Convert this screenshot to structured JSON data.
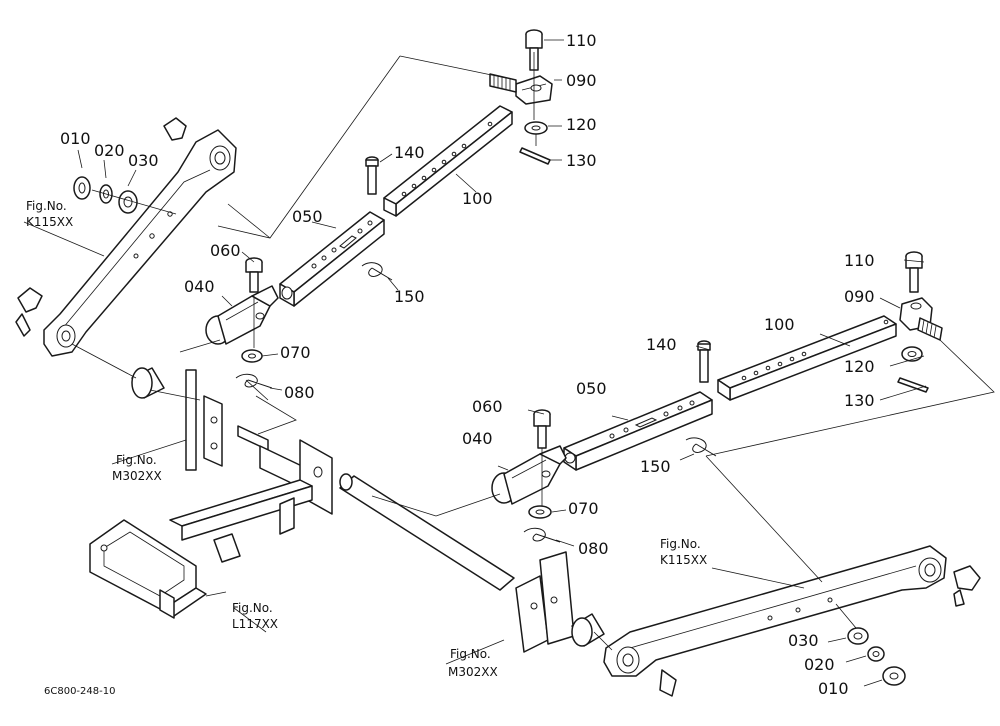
{
  "diagram": {
    "code": "6C800-248-10",
    "refs": [
      {
        "id": "l-110a",
        "text": "110"
      },
      {
        "id": "l-090a",
        "text": "090"
      },
      {
        "id": "l-120a",
        "text": "120"
      },
      {
        "id": "l-130a",
        "text": "130"
      },
      {
        "id": "l-100a",
        "text": "100"
      },
      {
        "id": "l-140a",
        "text": "140"
      },
      {
        "id": "l-050a",
        "text": "050"
      },
      {
        "id": "l-060a",
        "text": "060"
      },
      {
        "id": "l-040a",
        "text": "040"
      },
      {
        "id": "l-150a",
        "text": "150"
      },
      {
        "id": "l-070a",
        "text": "070"
      },
      {
        "id": "l-080a",
        "text": "080"
      },
      {
        "id": "l-010a",
        "text": "010"
      },
      {
        "id": "l-020a",
        "text": "020"
      },
      {
        "id": "l-030a",
        "text": "030"
      },
      {
        "id": "l-110b",
        "text": "110"
      },
      {
        "id": "l-090b",
        "text": "090"
      },
      {
        "id": "l-100b",
        "text": "100"
      },
      {
        "id": "l-120b",
        "text": "120"
      },
      {
        "id": "l-130b",
        "text": "130"
      },
      {
        "id": "l-140b",
        "text": "140"
      },
      {
        "id": "l-050b",
        "text": "050"
      },
      {
        "id": "l-060b",
        "text": "060"
      },
      {
        "id": "l-040b",
        "text": "040"
      },
      {
        "id": "l-150b",
        "text": "150"
      },
      {
        "id": "l-070b",
        "text": "070"
      },
      {
        "id": "l-080b",
        "text": "080"
      },
      {
        "id": "l-030b",
        "text": "030"
      },
      {
        "id": "l-020b",
        "text": "020"
      },
      {
        "id": "l-010b",
        "text": "010"
      }
    ],
    "figrefs": [
      {
        "id": "f-k115-a",
        "line1": "Fig.No.",
        "line2": "K115XX"
      },
      {
        "id": "f-m302-a",
        "line1": "Fig.No.",
        "line2": "M302XX"
      },
      {
        "id": "f-l117",
        "line1": "Fig.No.",
        "line2": "L117XX"
      },
      {
        "id": "f-k115-b",
        "line1": "Fig.No.",
        "line2": "K115XX"
      },
      {
        "id": "f-m302-b",
        "line1": "Fig.No.",
        "line2": "M302XX"
      }
    ]
  }
}
